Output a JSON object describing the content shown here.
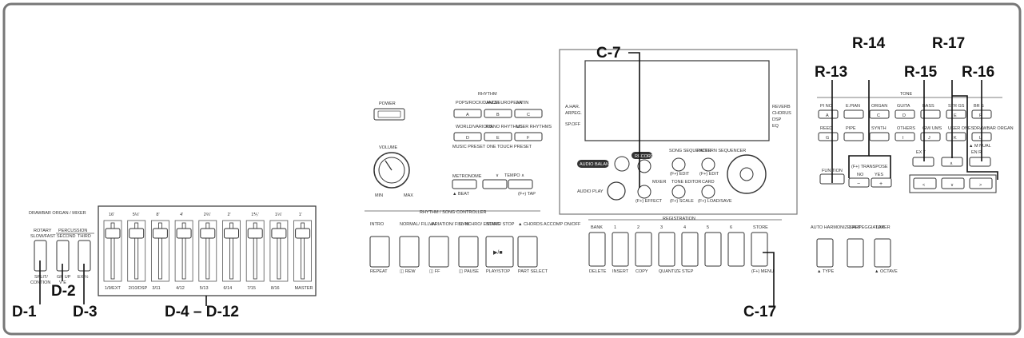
{
  "callouts": {
    "d1": "D-1",
    "d2": "D-2",
    "d3": "D-3",
    "d4_12": "D-4 – D-12",
    "c7": "C-7",
    "c17": "C-17",
    "r13": "R-13",
    "r14": "R-14",
    "r15": "R-15",
    "r16": "R-16",
    "r17": "R-17"
  },
  "drawbar": {
    "title": "DRAWBAR ORGAN / MIXER",
    "rotary": "ROTARY",
    "rotary2": "SLOW/FAST",
    "percussion": "PERCUSSION",
    "second": "SECOND",
    "third": "THIRD",
    "d1_sub1": "SPLIT/",
    "d1_sub2": "CONTION",
    "d2_sub": "GR UP",
    "d2_sub2": "V E",
    "d3_sub": "EX   ½",
    "bar_tops": [
      "16'",
      "5⅓'",
      "8'",
      "4'",
      "2⅔'",
      "2'",
      "1⅗'",
      "1⅓'",
      "1'"
    ],
    "bar_bottoms": [
      "1/9/EXT",
      "2/10/DSP",
      "3/11",
      "4/12",
      "5/13",
      "6/14",
      "7/15",
      "8/16",
      "MASTER"
    ]
  },
  "power": "POWER",
  "volume": {
    "label": "VOLUME",
    "min": "MIN",
    "max": "MAX"
  },
  "rhythm": {
    "title": "RHYTHM",
    "row1": [
      "POPS/ROCK/DANCE",
      "JAZZ/EUROPEAN",
      "LATIN"
    ],
    "row2": [
      "WORLD/VARIOUS",
      "PIANO RHYTHMS",
      "USER RHYTHMS"
    ],
    "keys1": [
      "A",
      "B",
      "C"
    ],
    "keys2": [
      "D",
      "E",
      "F"
    ],
    "footer": "MUSIC PRESET  ONE TOUCH PRESET"
  },
  "metronome": {
    "label": "METRONOME",
    "beat": "▲ BEAT",
    "tempo": "TEMPO",
    "tap": "(F+) TAP",
    "down": "∨",
    "up": "∧"
  },
  "rsc": {
    "title": "RHYTHM / SONG CONTROLLER",
    "tops": [
      "INTRO",
      "NORMAL/ FILL-IN",
      "VARIATION/ FILL-IN",
      "SYNCHRO/ ENDING",
      "START/ STOP",
      "▲ CHORDS ACCOMP ON/OFF"
    ],
    "bottoms": [
      "REPEAT",
      "◫ REW",
      "◫ FF",
      "◫ PAUSE",
      "PLAY/STOP",
      "PART SELECT"
    ],
    "playstop": "▶/■"
  },
  "display": {
    "left": [
      "A.HAR.",
      "ARPEG.",
      "SP.OFF"
    ],
    "right": [
      "REVERB",
      "CHORUS",
      "DSP",
      "EQ"
    ]
  },
  "center": {
    "audio_balance": "AUDIO BALANCE",
    "audio_play": "AUDIO PLAY",
    "record": "RECORD",
    "song_seq": "SONG SEQUENCER",
    "song_seq_sub": "(F+) EDIT",
    "pattern_seq": "PATTERN SEQUENCER",
    "pattern_seq_sub": "(F+) EDIT",
    "mixer": "MIXER",
    "mixer_sub": "(F+) EFFECT",
    "tone_editor": "TONE EDITOR",
    "tone_editor_sub": "(F+) SCALE",
    "card": "CARD",
    "card_sub": "(F+) LOAD/SAVE"
  },
  "registration": {
    "title": "REGISTRATION",
    "tops": [
      "BANK",
      "1",
      "2",
      "3",
      "4",
      "5",
      "6",
      "STORE"
    ],
    "bottoms": [
      "DELETE",
      "INSERT",
      "COPY",
      "QUANTIZE",
      "STEP",
      "",
      "",
      "(F+) MENU"
    ]
  },
  "lower_right": {
    "auto": "AUTO HARMONIZE/ ARPEGGIATOR",
    "auto_sub": "▲ TYPE",
    "split": "SPLIT",
    "layer": "LAYER",
    "layer_sub": "▲ OCTAVE"
  },
  "tone": {
    "title": "TONE",
    "row1": [
      "PI NO",
      "E.PIAN",
      "ORGAN",
      "GUITA",
      "BASS",
      "STR  GS",
      "BR  S"
    ],
    "keys1": [
      "A",
      "",
      "C",
      "D",
      "",
      "E",
      "F"
    ],
    "row2": [
      "REED",
      "PIPE",
      "SYNTH",
      "OTHERS",
      "GM/ UMS",
      "USER ONES",
      "DRAWBAR ORGAN"
    ],
    "keys2": [
      "G",
      "",
      "",
      "I",
      "J",
      "K",
      "L"
    ],
    "manual": "▲ M NUAL",
    "function": "FUN  TION",
    "transpose": "(F+) TRANSPOSE",
    "no": "NO",
    "yes": "YES",
    "minus": "−",
    "plus": "+",
    "exit": "EX T",
    "enter": "EN  R",
    "up": "∧",
    "left": "<",
    "down": "∨",
    "right": ">"
  }
}
